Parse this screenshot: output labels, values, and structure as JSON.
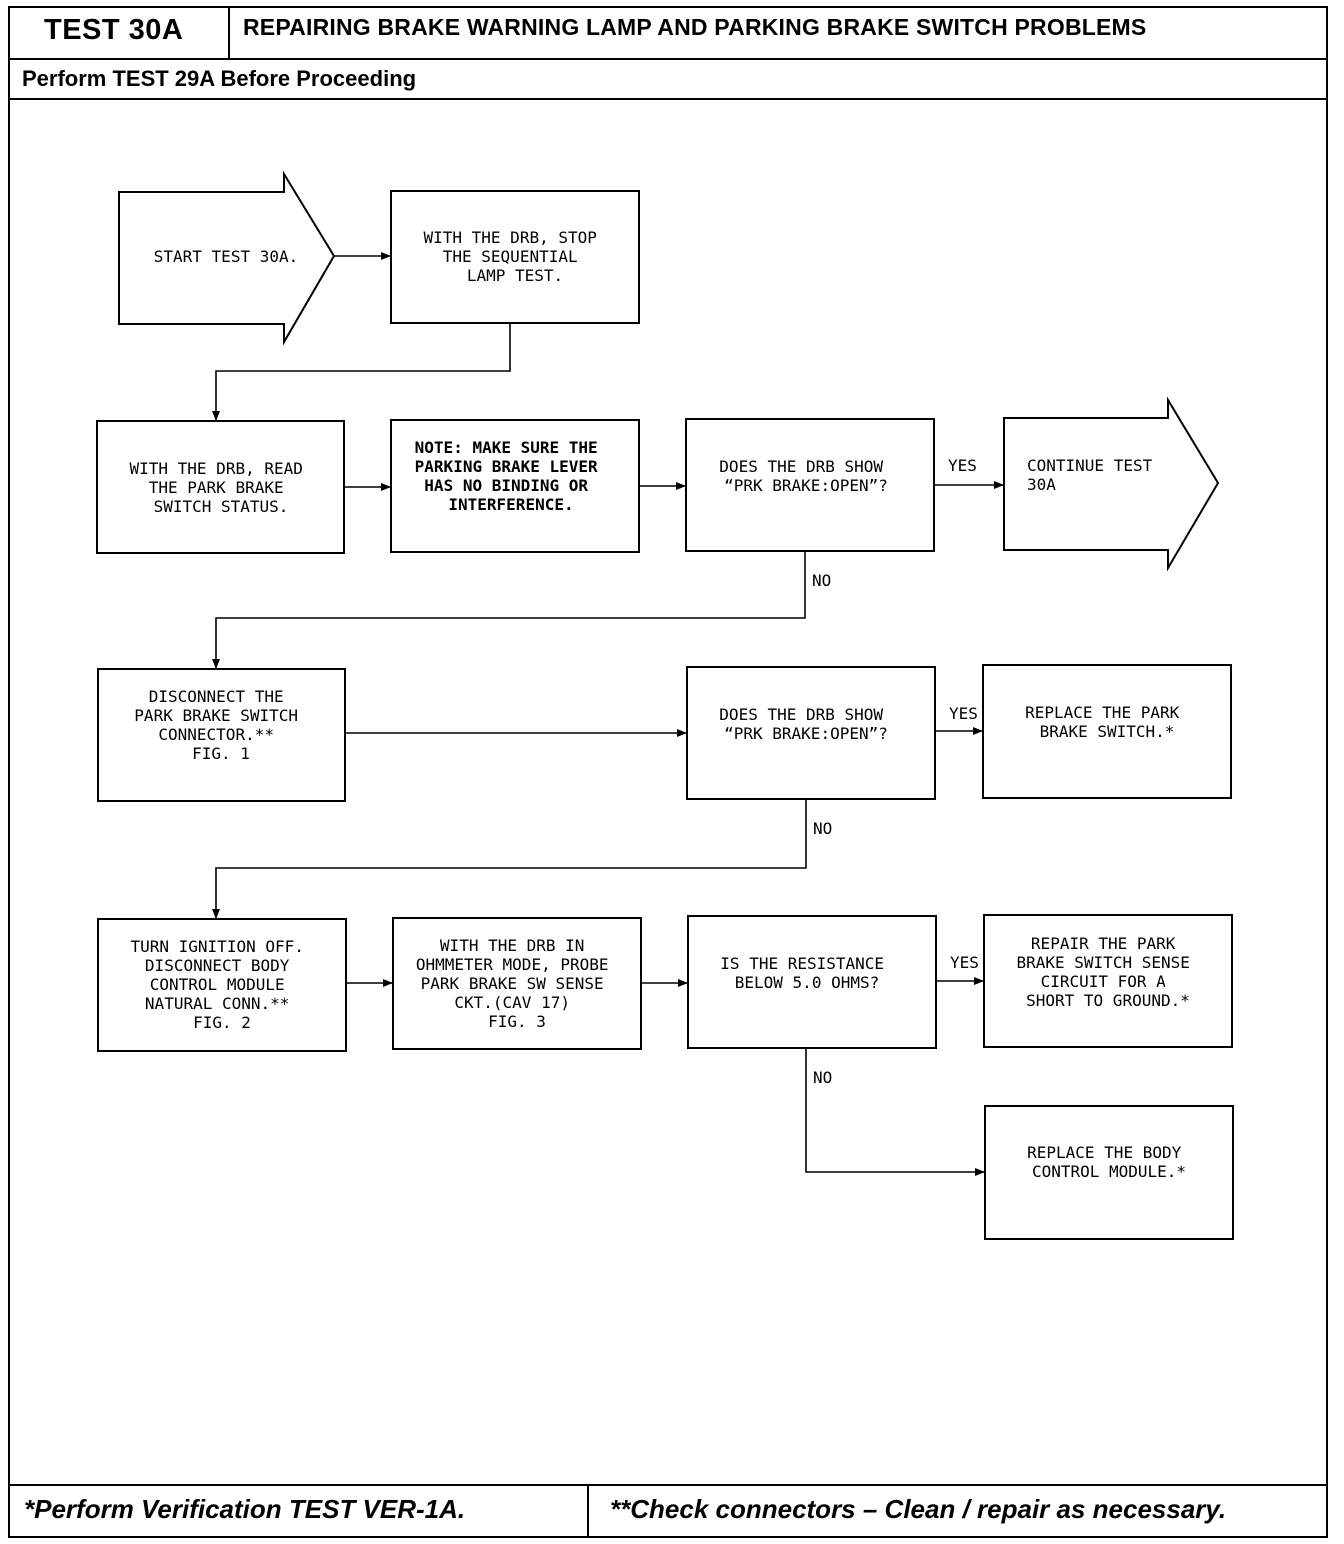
{
  "header": {
    "test_id": "TEST 30A",
    "title": "REPAIRING BRAKE WARNING LAMP AND PARKING BRAKE SWITCH PROBLEMS",
    "prerequisite": "Perform TEST 29A Before Proceeding"
  },
  "footer": {
    "left": "*Perform Verification TEST VER-1A.",
    "right": "**Check connectors – Clean / repair as necessary."
  },
  "flow": {
    "start": [
      "START TEST 30A."
    ],
    "stop_lamp_test": [
      "WITH THE DRB, STOP",
      "THE SEQUENTIAL",
      "LAMP TEST."
    ],
    "read_status": [
      "WITH THE DRB, READ",
      "THE PARK BRAKE",
      "SWITCH STATUS."
    ],
    "note": [
      "NOTE: MAKE SURE THE",
      "PARKING BRAKE LEVER",
      "HAS NO BINDING OR",
      "INTERFERENCE."
    ],
    "decision_1": [
      "DOES THE DRB SHOW",
      "“PRK BRAKE:OPEN”?"
    ],
    "continue": [
      "CONTINUE TEST",
      "30A"
    ],
    "disconnect_switch": [
      "DISCONNECT THE",
      "PARK BRAKE SWITCH",
      "CONNECTOR.**",
      "",
      "FIG. 1"
    ],
    "decision_2": [
      "DOES THE DRB SHOW",
      "“PRK BRAKE:OPEN”?"
    ],
    "replace_switch": [
      "REPLACE THE PARK",
      "BRAKE SWITCH.*"
    ],
    "ignition_off": [
      "TURN IGNITION OFF.",
      "DISCONNECT BODY",
      "CONTROL MODULE",
      "NATURAL CONN.**",
      "FIG. 2"
    ],
    "ohmmeter": [
      "WITH THE DRB IN",
      "OHMMETER MODE, PROBE",
      "PARK BRAKE SW SENSE",
      "CKT.(CAV 17)",
      "FIG. 3"
    ],
    "decision_3": [
      "IS THE RESISTANCE",
      "BELOW 5.0 OHMS?"
    ],
    "repair_circuit": [
      "REPAIR THE PARK",
      "BRAKE SWITCH SENSE",
      "CIRCUIT FOR A",
      "SHORT TO GROUND.*"
    ],
    "replace_bcm": [
      "REPLACE THE BODY",
      "CONTROL MODULE.*"
    ],
    "labels": {
      "yes1": "YES",
      "no1": "NO",
      "yes2": "YES",
      "no2": "NO",
      "yes3": "YES",
      "no3": "NO"
    }
  }
}
